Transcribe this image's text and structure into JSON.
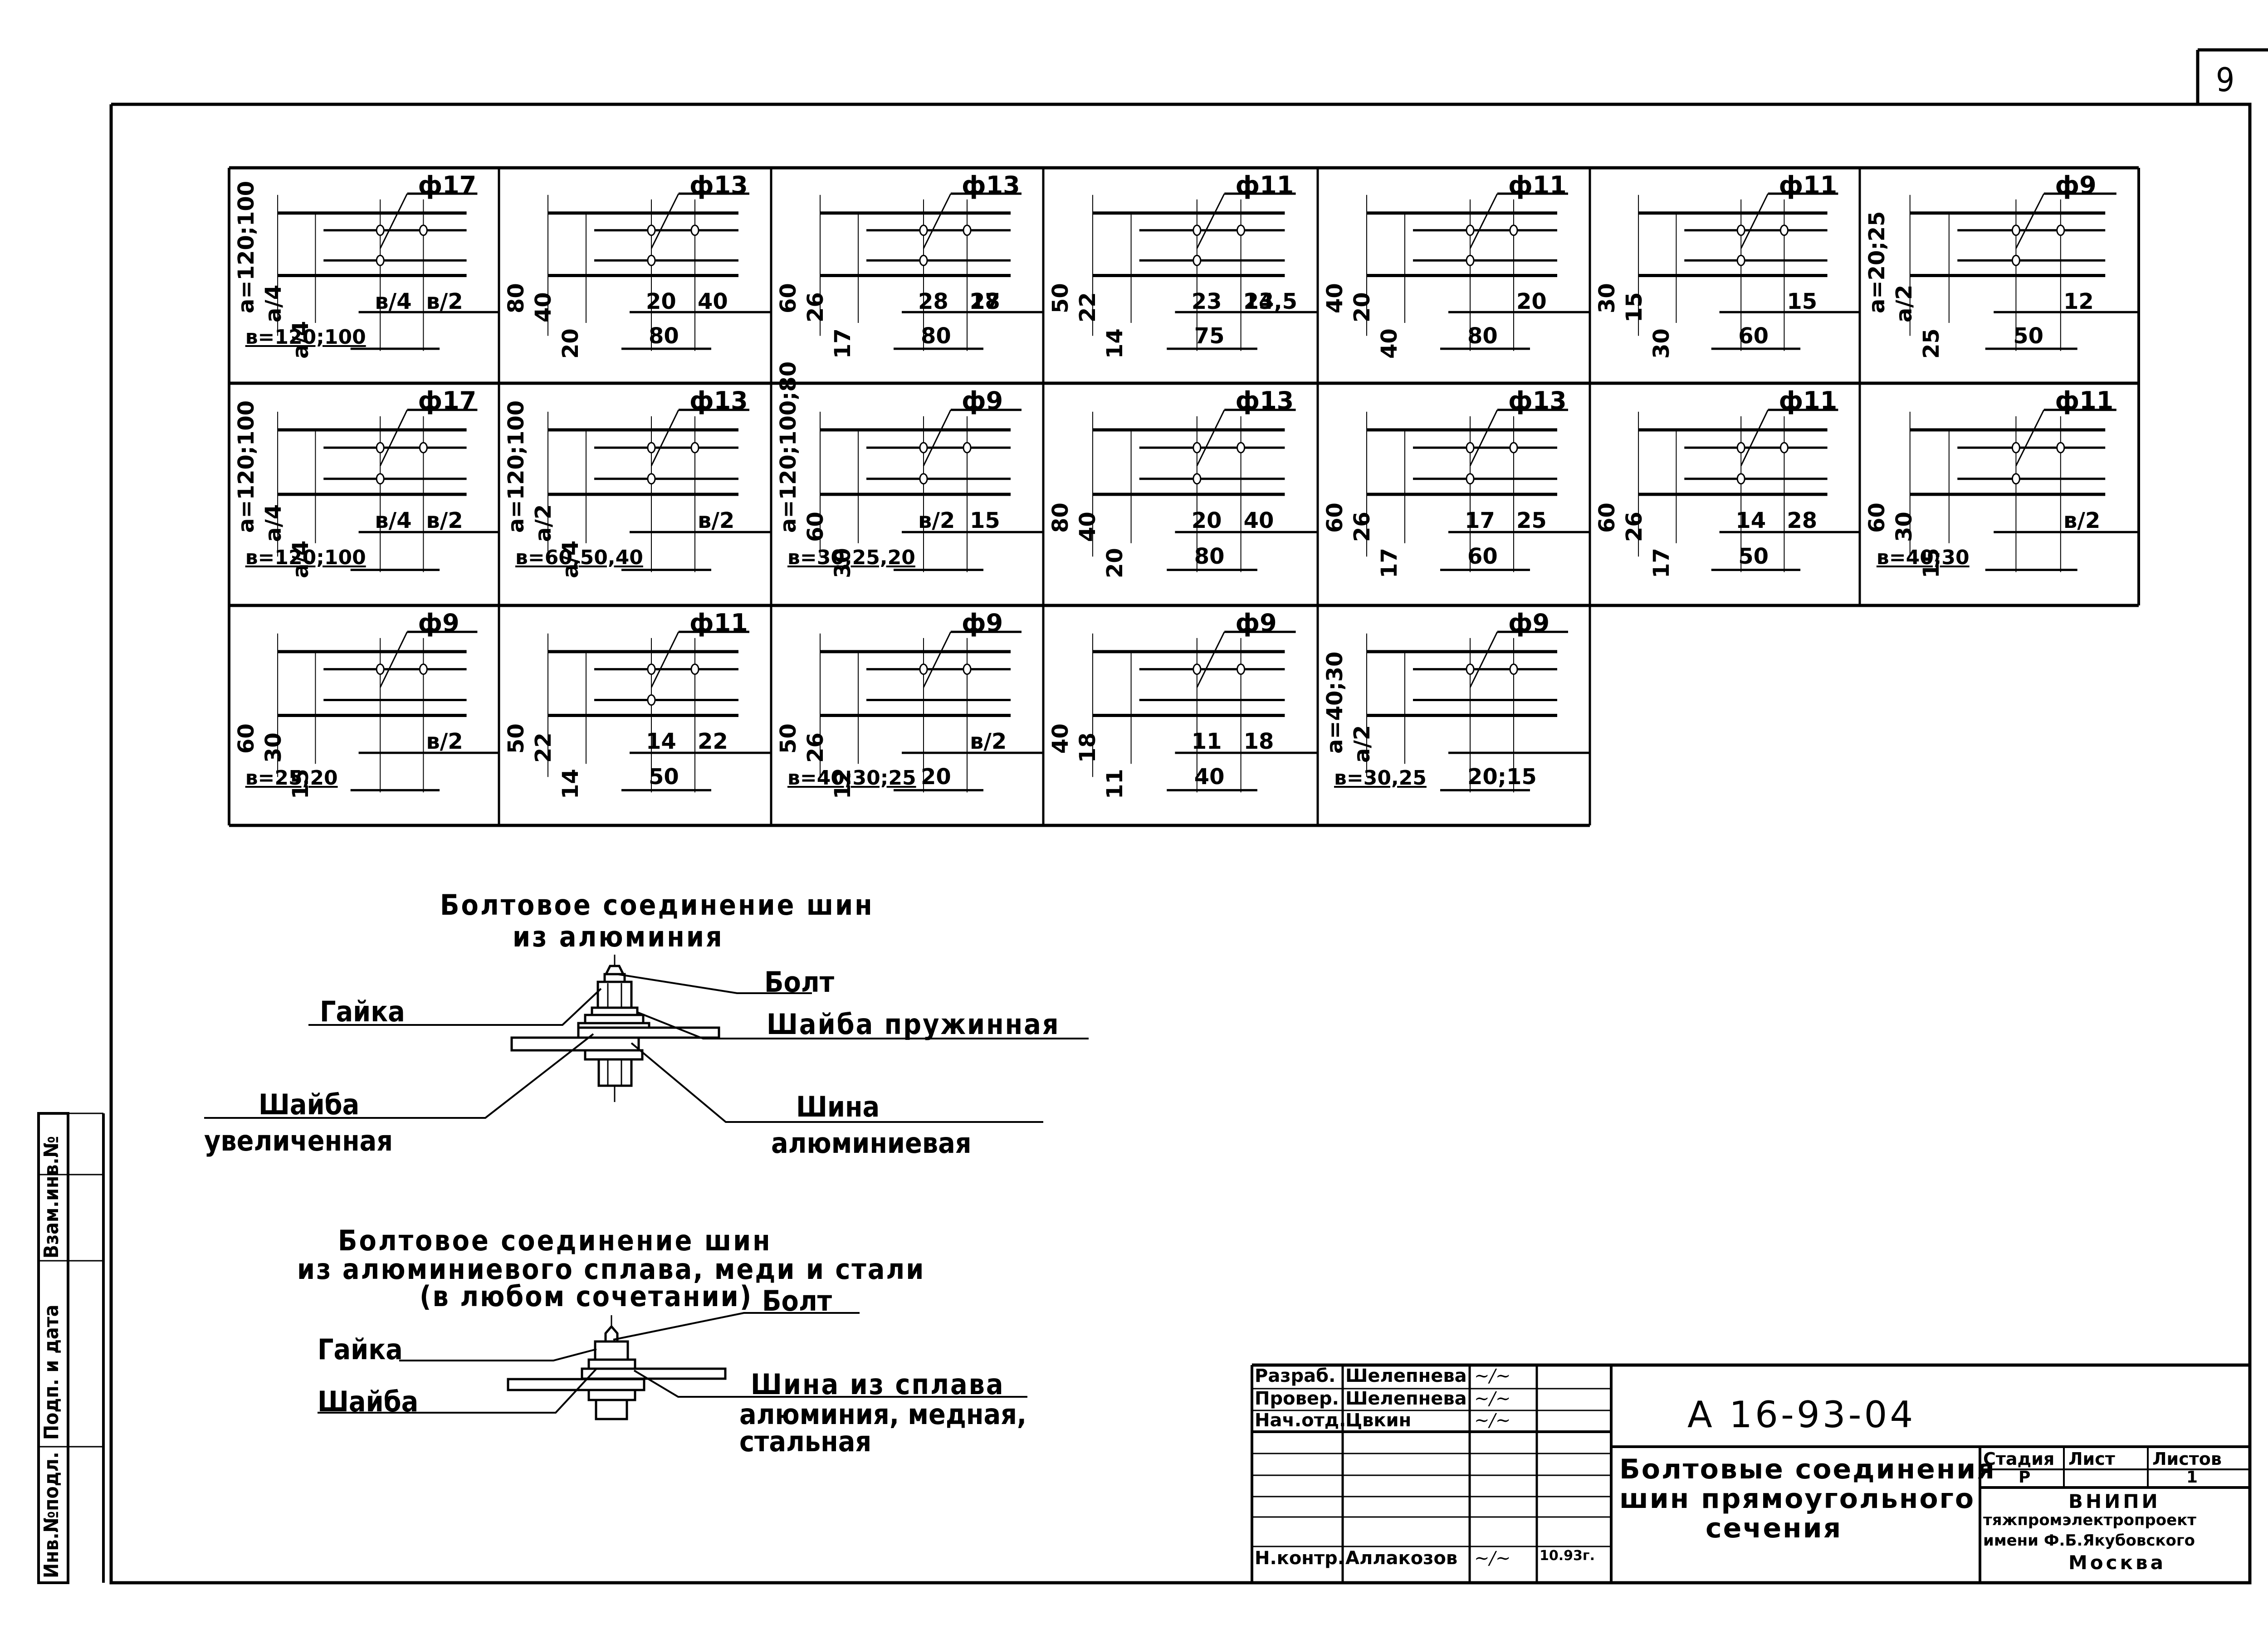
{
  "sheet": {
    "sheet_number": "9",
    "side_stamp": [
      "Инв.№подл.",
      "Подп. и дата",
      "Взам.инв.№"
    ]
  },
  "joint_cells": [
    {
      "row": 1,
      "col": 1,
      "diameter": "ф17",
      "dims": [
        "а=120;100",
        "а/4",
        "а/4",
        "в/2",
        "в/4",
        "в=120;100"
      ]
    },
    {
      "row": 1,
      "col": 2,
      "diameter": "ф13",
      "dims": [
        "80",
        "40",
        "20",
        "40",
        "20",
        "80"
      ]
    },
    {
      "row": 1,
      "col": 3,
      "diameter": "ф13",
      "dims": [
        "60",
        "26",
        "17",
        "28",
        "28",
        "17",
        "80"
      ]
    },
    {
      "row": 1,
      "col": 4,
      "diameter": "ф11",
      "dims": [
        "50",
        "22",
        "14",
        "23",
        "23",
        "14,5",
        "75"
      ]
    },
    {
      "row": 1,
      "col": 5,
      "diameter": "ф11",
      "dims": [
        "40",
        "20",
        "40",
        "20",
        "80"
      ]
    },
    {
      "row": 1,
      "col": 6,
      "diameter": "ф11",
      "dims": [
        "30",
        "15",
        "30",
        "15",
        "60"
      ]
    },
    {
      "row": 1,
      "col": 7,
      "diameter": "ф9",
      "dims": [
        "а=20;25",
        "а/2",
        "25",
        "12",
        "50"
      ]
    },
    {
      "row": 2,
      "col": 1,
      "diameter": "ф17",
      "dims": [
        "а=120;100",
        "а/4",
        "а/4",
        "в/2",
        "в/4",
        "в=120;100"
      ]
    },
    {
      "row": 2,
      "col": 2,
      "diameter": "ф13",
      "dims": [
        "а=120;100",
        "а/2",
        "а/4",
        "в/2",
        "в=60,50,40"
      ]
    },
    {
      "row": 2,
      "col": 3,
      "diameter": "ф9",
      "dims": [
        "а=120;100;80",
        "60",
        "30",
        "15",
        "в/2",
        "в=30,25,20"
      ]
    },
    {
      "row": 2,
      "col": 4,
      "diameter": "ф13",
      "dims": [
        "80",
        "40",
        "20",
        "40",
        "20",
        "80"
      ]
    },
    {
      "row": 2,
      "col": 5,
      "diameter": "ф13",
      "dims": [
        "60",
        "26",
        "17",
        "25",
        "17",
        "60"
      ]
    },
    {
      "row": 2,
      "col": 6,
      "diameter": "ф11",
      "dims": [
        "60",
        "26",
        "17",
        "28",
        "14",
        "50"
      ]
    },
    {
      "row": 2,
      "col": 7,
      "diameter": "ф11",
      "dims": [
        "60",
        "30",
        "15",
        "в/2",
        "в=40;30"
      ]
    },
    {
      "row": 3,
      "col": 1,
      "diameter": "ф9",
      "dims": [
        "60",
        "30",
        "15",
        "в/2",
        "в=25,20"
      ]
    },
    {
      "row": 3,
      "col": 2,
      "diameter": "ф11",
      "dims": [
        "50",
        "22",
        "14",
        "22",
        "14",
        "50"
      ]
    },
    {
      "row": 3,
      "col": 3,
      "diameter": "ф9",
      "dims": [
        "50",
        "26",
        "12",
        "в/2",
        "в=40;30;25",
        "20"
      ]
    },
    {
      "row": 3,
      "col": 4,
      "diameter": "ф9",
      "dims": [
        "40",
        "18",
        "11",
        "18",
        "11",
        "40"
      ]
    },
    {
      "row": 3,
      "col": 5,
      "diameter": "ф9",
      "dims": [
        "а=40;30",
        "а/2",
        "в=30,25",
        "20;15"
      ]
    }
  ],
  "assembly_aluminium": {
    "title_line1": "Болтовое соединение шин",
    "title_line2": "из алюминия",
    "labels": {
      "bolt": "Болт",
      "nut": "Гайка",
      "spring_washer": "Шайба пружинная",
      "washer_line1": "Шайба",
      "washer_line2": "увеличенная",
      "bus_line1": "Шина",
      "bus_line2": "алюминиевая"
    }
  },
  "assembly_alloy": {
    "title_line1": "Болтовое соединение шин",
    "title_line2": "из алюминиевого сплава, меди и стали",
    "title_line3": "(в любом сочетании)",
    "labels": {
      "bolt": "Болт",
      "nut": "Гайка",
      "washer": "Шайба",
      "bus_line1": "Шина из сплава",
      "bus_line2": "алюминия, медная,",
      "bus_line3": "стальная"
    }
  },
  "title_block": {
    "roles": [
      {
        "role": "Разраб.",
        "name": "Шелепнева",
        "signature": "signed",
        "date": ""
      },
      {
        "role": "Провер.",
        "name": "Шелепнева",
        "signature": "signed",
        "date": ""
      },
      {
        "role": "Нач.отд.",
        "name": "Цвкин",
        "signature": "signed",
        "date": ""
      },
      {
        "role": "",
        "name": "",
        "signature": "",
        "date": ""
      },
      {
        "role": "",
        "name": "",
        "signature": "",
        "date": ""
      },
      {
        "role": "",
        "name": "",
        "signature": "",
        "date": ""
      },
      {
        "role": "",
        "name": "",
        "signature": "",
        "date": ""
      },
      {
        "role": "Н.контр.",
        "name": "Аллакозов",
        "signature": "signed",
        "date": "10.93г."
      }
    ],
    "designation": "А 16-93-04",
    "drawing_title_line1": "Болтовые соединения",
    "drawing_title_line2": "шин прямоугольного",
    "drawing_title_line3": "сечения",
    "stage_header": "Стадия",
    "sheet_header": "Лист",
    "sheets_header": "Листов",
    "stage_value": "Р",
    "sheet_value": "",
    "sheets_value": "1",
    "org_line1": "ВНИПИ",
    "org_line2": "тяжпромэлектропроект",
    "org_line3": "имени Ф.Б.Якубовского",
    "org_line4": "Москва"
  }
}
